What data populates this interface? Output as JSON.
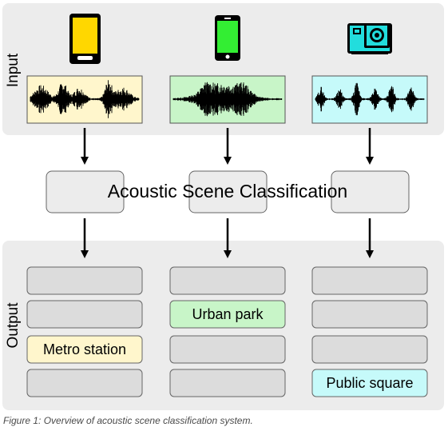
{
  "sections": {
    "input_label": "Input",
    "output_label": "Output"
  },
  "classifier": {
    "label": "Acoustic Scene Classification"
  },
  "devices": [
    {
      "icon": "smartphone-icon",
      "color": "#ffd700",
      "waveform_bg": "#fff6cc"
    },
    {
      "icon": "smartphone-icon",
      "color": "#33ee33",
      "waveform_bg": "#c8f5c8"
    },
    {
      "icon": "action-camera-icon",
      "color": "#22dddd",
      "waveform_bg": "#c6fafa"
    }
  ],
  "outputs": [
    {
      "label": "Metro station",
      "row": 3,
      "color": "#fff6cc"
    },
    {
      "label": "Urban park",
      "row": 2,
      "color": "#c8f5c8"
    },
    {
      "label": "Public square",
      "row": 4,
      "color": "#c6fafa"
    }
  ],
  "caption": "Figure 1: Overview of acoustic scene classification system."
}
